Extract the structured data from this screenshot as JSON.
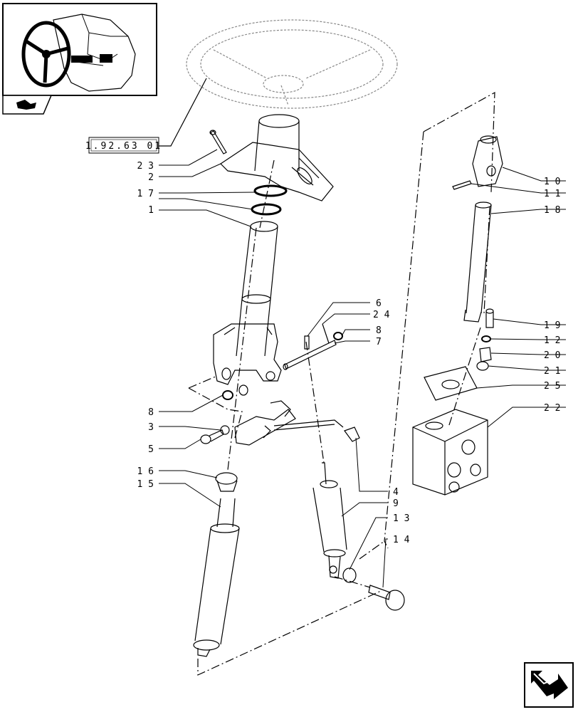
{
  "reference_label": "1.92.63 01",
  "callouts": {
    "c23": "2 3",
    "c2": "2",
    "c17": "1 7",
    "c1": "1",
    "c6": "6",
    "c24": "2 4",
    "c8a": "8",
    "c7": "7",
    "c8b": "8",
    "c3": "3",
    "c5": "5",
    "c16": "1 6",
    "c15": "1 5",
    "c4": "4",
    "c9": "9",
    "c13": "1 3",
    "c14": "1 4",
    "c10": "1 0",
    "c11": "1 1",
    "c18": "1 8",
    "c19": "1 9",
    "c12": "1 2",
    "c20": "2 0",
    "c21": "2 1",
    "c25": "2 5",
    "c22": "2 2"
  },
  "icons": {
    "thumbnail": "steering-wheel-thumbnail",
    "tab": "book-tab-icon",
    "nav": "next-page-arrow-icon"
  }
}
